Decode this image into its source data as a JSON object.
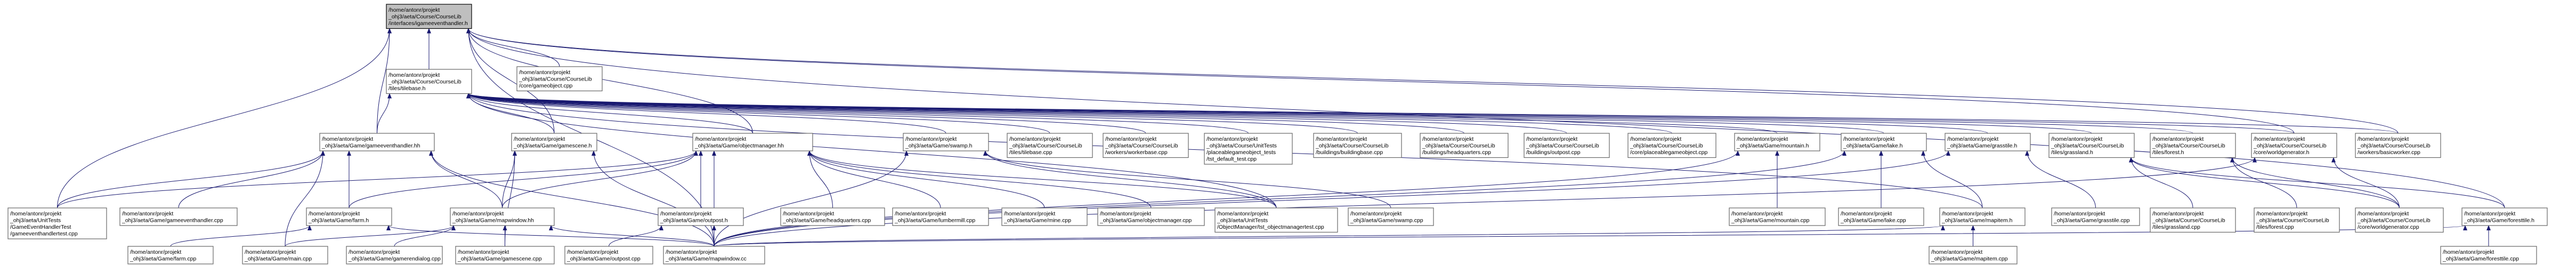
{
  "colors": {
    "edge": "#191970",
    "root_fill": "#bfbfbf",
    "node_fill": "#ffffff",
    "node_border": "#666666"
  },
  "nodes": {
    "root": [
      "/home/antonr/projekt",
      "_ohj3/aeta/Course/CourseLib",
      "/interfaces/igameeventhandler.h"
    ],
    "tilebase_h": [
      "/home/antonr/projekt",
      "_ohj3/aeta/Course/CourseLib",
      "/tiles/tilebase.h"
    ],
    "gameobject_cpp": [
      "/home/antonr/projekt",
      "_ohj3/aeta/Course/CourseLib",
      "/core/gameobject.cpp"
    ],
    "gameeventhandler_h": [
      "/home/antonr/projekt",
      "_ohj3/aeta/Game/gameeventhandler.hh"
    ],
    "gamescene_h": [
      "/home/antonr/projekt",
      "_ohj3/aeta/Game/gamescene.h"
    ],
    "objectmanager_hh": [
      "/home/antonr/projekt",
      "_ohj3/aeta/Game/objectmanager.hh"
    ],
    "swamp_h": [
      "/home/antonr/projekt",
      "_ohj3/aeta/Game/swamp.h"
    ],
    "tilebase_cpp": [
      "/home/antonr/projekt",
      "_ohj3/aeta/Course/CourseLib",
      "/tiles/tilebase.cpp"
    ],
    "workerbase_cpp": [
      "/home/antonr/projekt",
      "_ohj3/aeta/Course/CourseLib",
      "/workers/workerbase.cpp"
    ],
    "placeable_tests": [
      "/home/antonr/projekt",
      "_ohj3/aeta/Course/UnitTests",
      "/placeablegameobject_tests",
      "/tst_default_test.cpp"
    ],
    "buildingbase_cpp": [
      "/home/antonr/projekt",
      "_ohj3/aeta/Course/CourseLib",
      "/buildings/buildingbase.cpp"
    ],
    "headquarters_cpp_lib": [
      "/home/antonr/projekt",
      "_ohj3/aeta/Course/CourseLib",
      "/buildings/headquarters.cpp"
    ],
    "outpost_cpp_lib": [
      "/home/antonr/projekt",
      "_ohj3/aeta/Course/CourseLib",
      "/buildings/outpost.cpp"
    ],
    "placeablegameobject_cpp": [
      "/home/antonr/projekt",
      "_ohj3/aeta/Course/CourseLib",
      "/core/placeablegameobject.cpp"
    ],
    "mountain_h": [
      "/home/antonr/projekt",
      "_ohj3/aeta/Game/mountain.h"
    ],
    "lake_h": [
      "/home/antonr/projekt",
      "_ohj3/aeta/Game/lake.h"
    ],
    "grasstile_h": [
      "/home/antonr/projekt",
      "_ohj3/aeta/Game/grasstile.h"
    ],
    "grassland_h": [
      "/home/antonr/projekt",
      "_ohj3/aeta/Course/CourseLib",
      "/tiles/grassland.h"
    ],
    "forest_h": [
      "/home/antonr/projekt",
      "_ohj3/aeta/Course/CourseLib",
      "/tiles/forest.h"
    ],
    "worldgenerator_h": [
      "/home/antonr/projekt",
      "_ohj3/aeta/Course/CourseLib",
      "/core/worldgenerator.h"
    ],
    "basicworker_cpp": [
      "/home/antonr/projekt",
      "_ohj3/aeta/Course/CourseLib",
      "/workers/basicworker.cpp"
    ],
    "unittest_gameevent": [
      "/home/antonr/projekt",
      "_ohj3/aeta/UnitTests",
      "/GameEventHandlerTest",
      "/gameeventhandlertest.cpp"
    ],
    "gameeventhandler_cpp": [
      "/home/antonr/projekt",
      "_ohj3/aeta/Game/gameeventhandler.cpp"
    ],
    "farm_h": [
      "/home/antonr/projekt",
      "_ohj3/aeta/Game/farm.h"
    ],
    "mapwindow_hh": [
      "/home/antonr/projekt",
      "_ohj3/aeta/Game/mapwindow.hh"
    ],
    "headquarters_cpp": [
      "/home/antonr/projekt",
      "_ohj3/aeta/Game/headquarters.cpp"
    ],
    "lumbermill_cpp": [
      "/home/antonr/projekt",
      "_ohj3/aeta/Game/lumbermill.cpp"
    ],
    "mine_cpp": [
      "/home/antonr/projekt",
      "_ohj3/aeta/Game/mine.cpp"
    ],
    "objectmanager_cpp": [
      "/home/antonr/projekt",
      "_ohj3/aeta/Game/objectmanager.cpp"
    ],
    "unittest_objectmanager": [
      "/home/antonr/projekt",
      "_ohj3/aeta/UnitTests",
      "/ObjectManager/tst_objectmanagertest.cpp"
    ],
    "swamp_cpp": [
      "/home/antonr/projekt",
      "_ohj3/aeta/Game/swamp.cpp"
    ],
    "outpost_h": [
      "/home/antonr/projekt",
      "_ohj3/aeta/Game/outpost.h"
    ],
    "mountain_cpp": [
      "/home/antonr/projekt",
      "_ohj3/aeta/Game/mountain.cpp"
    ],
    "lake_cpp": [
      "/home/antonr/projekt",
      "_ohj3/aeta/Game/lake.cpp"
    ],
    "mapitem_h": [
      "/home/antonr/projekt",
      "_ohj3/aeta/Game/mapitem.h"
    ],
    "grasstile_cpp": [
      "/home/antonr/projekt",
      "_ohj3/aeta/Game/grasstile.cpp"
    ],
    "grassland_cpp": [
      "/home/antonr/projekt",
      "_ohj3/aeta/Course/CourseLib",
      "/tiles/grassland.cpp"
    ],
    "forest_cpp": [
      "/home/antonr/projekt",
      "_ohj3/aeta/Course/CourseLib",
      "/tiles/forest.cpp"
    ],
    "worldgenerator_cpp": [
      "/home/antonr/projekt",
      "_ohj3/aeta/Course/CourseLib",
      "/core/worldgenerator.cpp"
    ],
    "foresttile_h": [
      "/home/antonr/projekt",
      "_ohj3/aeta/Game/foresttile.h"
    ],
    "farm_cpp": [
      "/home/antonr/projekt",
      "_ohj3/aeta/Game/farm.cpp"
    ],
    "main_cpp": [
      "/home/antonr/projekt",
      "_ohj3/aeta/Game/main.cpp"
    ],
    "gamerendialog_cpp": [
      "/home/antonr/projekt",
      "_ohj3/aeta/Game/gamerendialog.cpp"
    ],
    "gamescene_cpp": [
      "/home/antonr/projekt",
      "_ohj3/aeta/Game/gamescene.cpp"
    ],
    "outpost_cpp": [
      "/home/antonr/projekt",
      "_ohj3/aeta/Game/outpost.cpp"
    ],
    "mapwindow_cc": [
      "/home/antonr/projekt",
      "_ohj3/aeta/Game/mapwindow.cc"
    ],
    "mapitem_cpp": [
      "/home/antonr/projekt",
      "_ohj3/aeta/Game/mapitem.cpp"
    ],
    "foresttile_cpp": [
      "/home/antonr/projekt",
      "_ohj3/aeta/Game/foresttile.cpp"
    ]
  },
  "edges": [
    [
      "tilebase_h",
      "root"
    ],
    [
      "gameobject_cpp",
      "root"
    ],
    [
      "gameeventhandler_h",
      "root"
    ],
    [
      "unittest_gameevent",
      "root"
    ],
    [
      "gamescene_h",
      "root"
    ],
    [
      "objectmanager_hh",
      "root"
    ],
    [
      "mapwindow_cc",
      "root"
    ],
    [
      "worldgenerator_h",
      "root"
    ],
    [
      "basicworker_cpp",
      "root"
    ],
    [
      "foresttile_h",
      "root"
    ],
    [
      "gameeventhandler_h",
      "tilebase_h"
    ],
    [
      "gamescene_h",
      "tilebase_h"
    ],
    [
      "objectmanager_hh",
      "tilebase_h"
    ],
    [
      "swamp_h",
      "tilebase_h"
    ],
    [
      "tilebase_cpp",
      "tilebase_h"
    ],
    [
      "workerbase_cpp",
      "tilebase_h"
    ],
    [
      "placeable_tests",
      "tilebase_h"
    ],
    [
      "buildingbase_cpp",
      "tilebase_h"
    ],
    [
      "headquarters_cpp_lib",
      "tilebase_h"
    ],
    [
      "outpost_cpp_lib",
      "tilebase_h"
    ],
    [
      "placeablegameobject_cpp",
      "tilebase_h"
    ],
    [
      "mountain_h",
      "tilebase_h"
    ],
    [
      "lake_h",
      "tilebase_h"
    ],
    [
      "grasstile_h",
      "tilebase_h"
    ],
    [
      "grassland_h",
      "tilebase_h"
    ],
    [
      "forest_h",
      "tilebase_h"
    ],
    [
      "worldgenerator_h",
      "tilebase_h"
    ],
    [
      "basicworker_cpp",
      "tilebase_h"
    ],
    [
      "mapitem_h",
      "tilebase_h"
    ],
    [
      "unittest_objectmanager",
      "tilebase_h"
    ],
    [
      "unittest_gameevent",
      "gameeventhandler_h"
    ],
    [
      "gameeventhandler_cpp",
      "gameeventhandler_h"
    ],
    [
      "farm_h",
      "gameeventhandler_h"
    ],
    [
      "mapwindow_hh",
      "gameeventhandler_h"
    ],
    [
      "mapwindow_cc",
      "gameeventhandler_h"
    ],
    [
      "main_cpp",
      "gameeventhandler_h"
    ],
    [
      "mapwindow_hh",
      "gamescene_h"
    ],
    [
      "gamescene_cpp",
      "gamescene_h"
    ],
    [
      "mapwindow_cc",
      "gamescene_h"
    ],
    [
      "unittest_gameevent",
      "objectmanager_hh"
    ],
    [
      "headquarters_cpp",
      "objectmanager_hh"
    ],
    [
      "lumbermill_cpp",
      "objectmanager_hh"
    ],
    [
      "mine_cpp",
      "objectmanager_hh"
    ],
    [
      "objectmanager_cpp",
      "objectmanager_hh"
    ],
    [
      "unittest_objectmanager",
      "objectmanager_hh"
    ],
    [
      "outpost_h",
      "objectmanager_hh"
    ],
    [
      "farm_h",
      "objectmanager_hh"
    ],
    [
      "mapwindow_hh",
      "objectmanager_hh"
    ],
    [
      "mapwindow_cc",
      "objectmanager_hh"
    ],
    [
      "swamp_cpp",
      "swamp_h"
    ],
    [
      "unittest_objectmanager",
      "swamp_h"
    ],
    [
      "mapwindow_cc",
      "swamp_h"
    ],
    [
      "mountain_cpp",
      "mountain_h"
    ],
    [
      "mapwindow_cc",
      "mountain_h"
    ],
    [
      "lake_cpp",
      "lake_h"
    ],
    [
      "mapwindow_cc",
      "lake_h"
    ],
    [
      "mapitem_h",
      "lake_h"
    ],
    [
      "grasstile_cpp",
      "grasstile_h"
    ],
    [
      "mapwindow_cc",
      "grasstile_h"
    ],
    [
      "grassland_cpp",
      "grassland_h"
    ],
    [
      "worldgenerator_cpp",
      "grassland_h"
    ],
    [
      "foresttile_h",
      "grassland_h"
    ],
    [
      "forest_cpp",
      "forest_h"
    ],
    [
      "worldgenerator_cpp",
      "forest_h"
    ],
    [
      "worldgenerator_cpp",
      "worldgenerator_h"
    ],
    [
      "mapwindow_cc",
      "worldgenerator_h"
    ],
    [
      "farm_cpp",
      "farm_h"
    ],
    [
      "mapwindow_cc",
      "farm_h"
    ],
    [
      "main_cpp",
      "mapwindow_hh"
    ],
    [
      "gamerendialog_cpp",
      "mapwindow_hh"
    ],
    [
      "gamescene_cpp",
      "mapwindow_hh"
    ],
    [
      "mapwindow_cc",
      "mapwindow_hh"
    ],
    [
      "outpost_cpp",
      "outpost_h"
    ],
    [
      "mapwindow_cc",
      "outpost_h"
    ],
    [
      "mapwindow_cc",
      "mapitem_h"
    ],
    [
      "mapitem_cpp",
      "mapitem_h"
    ],
    [
      "foresttile_cpp",
      "foresttile_h"
    ],
    [
      "mapwindow_cc",
      "foresttile_h"
    ]
  ]
}
